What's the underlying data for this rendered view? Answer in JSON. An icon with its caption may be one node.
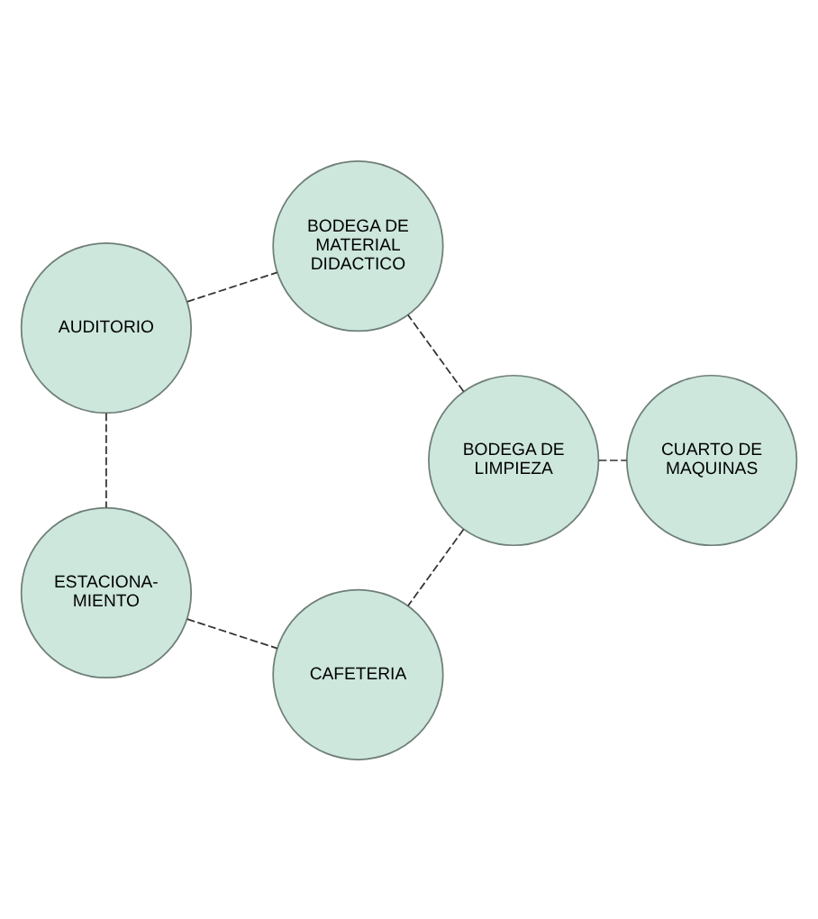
{
  "diagram": {
    "nodes": [
      {
        "text": [
          "AUDITORIO"
        ]
      },
      {
        "text": [
          "BODEGA DE LIMPIEZA"
        ]
      },
      {
        "text": [
          "BODEGA DE MATERIAL DIDACTICO"
        ]
      },
      {
        "text": [
          "CUARTO DE MAQUINAS"
        ]
      },
      {
        "text": [
          "ESTACIONA- MIENTO"
        ]
      },
      {
        "text": [
          "CAFETERIA"
        ]
      }
    ],
    "edges": [
      {
        "from": 0,
        "to": 2,
        "arrow": "none",
        "style": "dashed"
      },
      {
        "from": 0,
        "to": 4,
        "arrow": "none",
        "style": "dashed"
      },
      {
        "from": 1,
        "to": 2,
        "arrow": "none",
        "style": "dashed"
      },
      {
        "from": 1,
        "to": 3,
        "arrow": "none",
        "style": "dashed"
      },
      {
        "from": 1,
        "to": 5,
        "arrow": "none",
        "style": "dashed"
      },
      {
        "from": 4,
        "to": 5,
        "arrow": "none",
        "style": "dashed"
      }
    ]
  }
}
